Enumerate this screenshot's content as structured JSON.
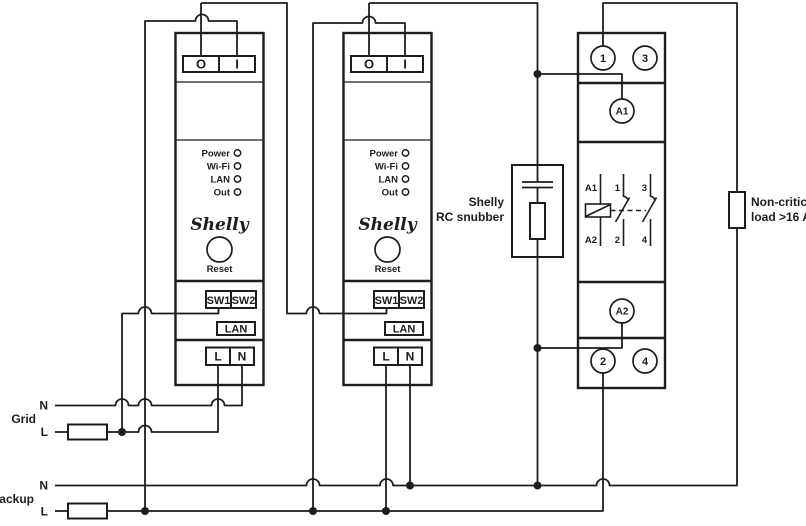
{
  "devices": [
    {
      "terminal_o": "O",
      "terminal_i": "I",
      "leds": [
        "Power",
        "Wi-Fi",
        "LAN",
        "Out"
      ],
      "brand": "Shelly",
      "reset_label": "Reset",
      "sw1_label": "SW1",
      "sw2_label": "SW2",
      "lan_label": "LAN",
      "l_label": "L",
      "n_label": "N"
    },
    {
      "terminal_o": "O",
      "terminal_i": "I",
      "leds": [
        "Power",
        "Wi-Fi",
        "LAN",
        "Out"
      ],
      "brand": "Shelly",
      "reset_label": "Reset",
      "sw1_label": "SW1",
      "sw2_label": "SW2",
      "lan_label": "LAN",
      "l_label": "L",
      "n_label": "N"
    }
  ],
  "contactor": {
    "terminal_1": "1",
    "terminal_3": "3",
    "coil_a1": "A1",
    "coil_a2": "A2",
    "terminal_2": "2",
    "terminal_4": "4",
    "schematic": {
      "a1": "A1",
      "a2": "A2",
      "c1": "1",
      "c2": "2",
      "c3": "3",
      "c4": "4"
    }
  },
  "snubber": {
    "label_line1": "Shelly",
    "label_line2": "RC snubber"
  },
  "load": {
    "label_line1": "Non-critical",
    "label_line2": "load >16 A"
  },
  "grid": {
    "label": "Grid",
    "n_label": "N",
    "l_label": "L"
  },
  "backup": {
    "label": "Backup",
    "n_label": "N",
    "l_label": "L"
  },
  "colors": {
    "wire": "#1d1d1b",
    "background": "#ffffff"
  }
}
